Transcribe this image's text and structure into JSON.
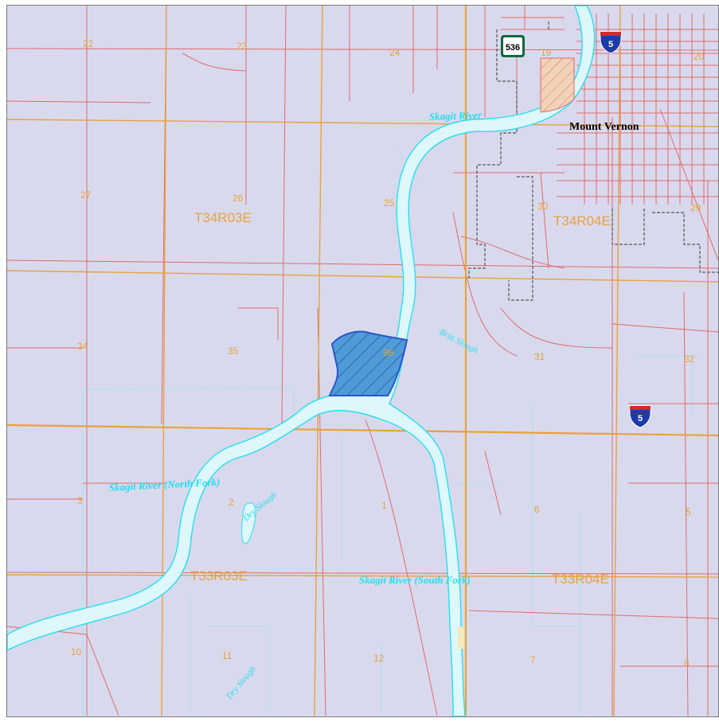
{
  "map": {
    "city_label": "Mount Vernon",
    "colors": {
      "background": "#d9d9ee",
      "river": "#ddf7fb",
      "river_outline": "#22e0ee",
      "roads": "#e06a6a",
      "section_lines": "#e8a23a",
      "city_boundary": "#555555",
      "highlight_parcel": "#4f9bd8",
      "label_orange": "#e8a23a",
      "label_cyan": "#22e0ee"
    },
    "townships": [
      {
        "label": "T34R03E"
      },
      {
        "label": "T34R04E"
      },
      {
        "label": "T33R03E"
      },
      {
        "label": "T33R04E"
      }
    ],
    "sections": [
      "22",
      "23",
      "24",
      "19",
      "20",
      "27",
      "26",
      "25",
      "30",
      "29",
      "34",
      "35",
      "36",
      "31",
      "32",
      "3",
      "2",
      "1",
      "6",
      "5",
      "10",
      "11",
      "12",
      "7",
      "8"
    ],
    "rivers": [
      {
        "label": "Skagit River"
      },
      {
        "label": "Skagit River (North Fork)"
      },
      {
        "label": "Skagit River (South Fork)"
      }
    ],
    "sloughs": [
      {
        "label": "Britt Slough"
      },
      {
        "label": "Dry Slough"
      },
      {
        "label": "Dry Slough"
      }
    ],
    "shields": [
      {
        "label": "536",
        "icon": "state-route-shield-icon"
      },
      {
        "label": "5",
        "icon": "interstate-shield-icon"
      },
      {
        "label": "5",
        "icon": "interstate-shield-icon"
      }
    ]
  }
}
